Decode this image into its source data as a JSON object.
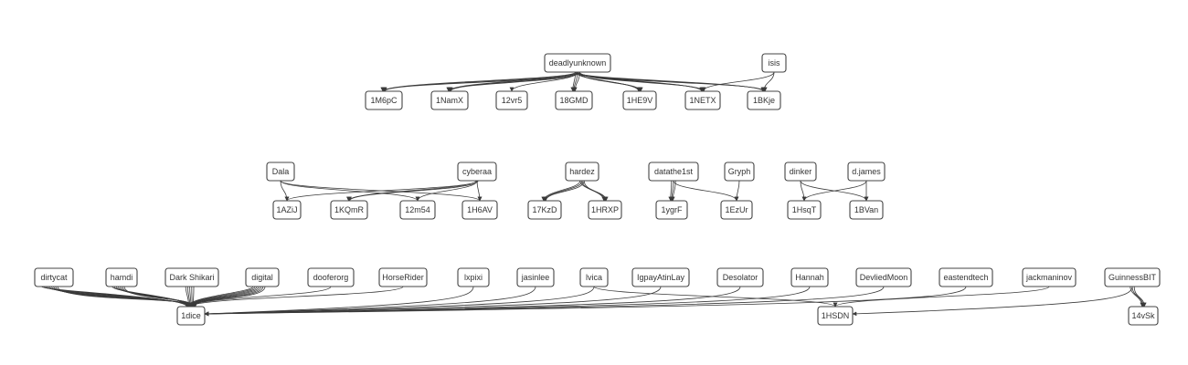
{
  "graph": {
    "nodes": [
      {
        "id": "deadlyunknown",
        "label": "deadlyunknown"
      },
      {
        "id": "isis",
        "label": "isis"
      },
      {
        "id": "1M6pC",
        "label": "1M6pC"
      },
      {
        "id": "1NamX",
        "label": "1NamX"
      },
      {
        "id": "12vr5",
        "label": "12vr5"
      },
      {
        "id": "18GMD",
        "label": "18GMD"
      },
      {
        "id": "1HE9V",
        "label": "1HE9V"
      },
      {
        "id": "1NETX",
        "label": "1NETX"
      },
      {
        "id": "1BKje",
        "label": "1BKje"
      },
      {
        "id": "Dala",
        "label": "Dala"
      },
      {
        "id": "cyberaa",
        "label": "cyberaa"
      },
      {
        "id": "1AZiJ",
        "label": "1AZiJ"
      },
      {
        "id": "1KQmR",
        "label": "1KQmR"
      },
      {
        "id": "12m54",
        "label": "12m54"
      },
      {
        "id": "1H6AV",
        "label": "1H6AV"
      },
      {
        "id": "hardez",
        "label": "hardez"
      },
      {
        "id": "17KzD",
        "label": "17KzD"
      },
      {
        "id": "1HRXP",
        "label": "1HRXP"
      },
      {
        "id": "datathe1st",
        "label": "datathe1st"
      },
      {
        "id": "Gryph",
        "label": "Gryph"
      },
      {
        "id": "1ygrF",
        "label": "1ygrF"
      },
      {
        "id": "1EzUr",
        "label": "1EzUr"
      },
      {
        "id": "dinker",
        "label": "dinker"
      },
      {
        "id": "djames",
        "label": "d.james"
      },
      {
        "id": "1HsqT",
        "label": "1HsqT"
      },
      {
        "id": "1BVan",
        "label": "1BVan"
      },
      {
        "id": "dirtycat",
        "label": "dirtycat"
      },
      {
        "id": "hamdi",
        "label": "hamdi"
      },
      {
        "id": "DarkShikari",
        "label": "Dark Shikari"
      },
      {
        "id": "digital",
        "label": "digital"
      },
      {
        "id": "dooferorg",
        "label": "dooferorg"
      },
      {
        "id": "HorseRider",
        "label": "HorseRider"
      },
      {
        "id": "lxpixi",
        "label": "lxpixi"
      },
      {
        "id": "jasinlee",
        "label": "jasinlee"
      },
      {
        "id": "lvica",
        "label": "lvica"
      },
      {
        "id": "IgpayAtinLay",
        "label": "IgpayAtinLay"
      },
      {
        "id": "Desolator",
        "label": "Desolator"
      },
      {
        "id": "Hannah",
        "label": "Hannah"
      },
      {
        "id": "DevliedMoon",
        "label": "DevliedMoon"
      },
      {
        "id": "eastendtech",
        "label": "eastendtech"
      },
      {
        "id": "jackmaninov",
        "label": "jackmaninov"
      },
      {
        "id": "GuinnessBIT",
        "label": "GuinnessBIT"
      },
      {
        "id": "1dice",
        "label": "1dice"
      },
      {
        "id": "1HSDN",
        "label": "1HSDN"
      },
      {
        "id": "14vSk",
        "label": "14vSk"
      }
    ],
    "edges": [
      {
        "from": "deadlyunknown",
        "to": "1M6pC",
        "count": 3
      },
      {
        "from": "deadlyunknown",
        "to": "1NamX",
        "count": 3
      },
      {
        "from": "deadlyunknown",
        "to": "12vr5",
        "count": 1
      },
      {
        "from": "deadlyunknown",
        "to": "18GMD",
        "count": 3
      },
      {
        "from": "deadlyunknown",
        "to": "1HE9V",
        "count": 3
      },
      {
        "from": "deadlyunknown",
        "to": "1NETX",
        "count": 3
      },
      {
        "from": "deadlyunknown",
        "to": "1BKje",
        "count": 3
      },
      {
        "from": "isis",
        "to": "1NETX",
        "count": 1
      },
      {
        "from": "isis",
        "to": "1BKje",
        "count": 1
      },
      {
        "from": "Dala",
        "to": "1AZiJ",
        "count": 1
      },
      {
        "from": "Dala",
        "to": "12m54",
        "count": 1
      },
      {
        "from": "Dala",
        "to": "1H6AV",
        "count": 1
      },
      {
        "from": "cyberaa",
        "to": "1AZiJ",
        "count": 1
      },
      {
        "from": "cyberaa",
        "to": "1KQmR",
        "count": 2
      },
      {
        "from": "cyberaa",
        "to": "12m54",
        "count": 1
      },
      {
        "from": "cyberaa",
        "to": "1H6AV",
        "count": 1
      },
      {
        "from": "hardez",
        "to": "17KzD",
        "count": 3
      },
      {
        "from": "hardez",
        "to": "1HRXP",
        "count": 3
      },
      {
        "from": "datathe1st",
        "to": "1ygrF",
        "count": 3
      },
      {
        "from": "datathe1st",
        "to": "1EzUr",
        "count": 1
      },
      {
        "from": "Gryph",
        "to": "1EzUr",
        "count": 1
      },
      {
        "from": "dinker",
        "to": "1HsqT",
        "count": 1
      },
      {
        "from": "dinker",
        "to": "1BVan",
        "count": 1
      },
      {
        "from": "djames",
        "to": "1HsqT",
        "count": 1
      },
      {
        "from": "djames",
        "to": "1BVan",
        "count": 1
      },
      {
        "from": "dirtycat",
        "to": "1dice",
        "count": 9
      },
      {
        "from": "hamdi",
        "to": "1dice",
        "count": 7
      },
      {
        "from": "DarkShikari",
        "to": "1dice",
        "count": 5
      },
      {
        "from": "digital",
        "to": "1dice",
        "count": 7
      },
      {
        "from": "dooferorg",
        "to": "1dice",
        "count": 1
      },
      {
        "from": "HorseRider",
        "to": "1dice",
        "count": 1
      },
      {
        "from": "lxpixi",
        "to": "1dice",
        "count": 1
      },
      {
        "from": "jasinlee",
        "to": "1dice",
        "count": 1
      },
      {
        "from": "lvica",
        "to": "1dice",
        "count": 1
      },
      {
        "from": "lvica",
        "to": "1HSDN",
        "count": 1
      },
      {
        "from": "IgpayAtinLay",
        "to": "1dice",
        "count": 1
      },
      {
        "from": "Desolator",
        "to": "1dice",
        "count": 1
      },
      {
        "from": "Hannah",
        "to": "1dice",
        "count": 1
      },
      {
        "from": "DevliedMoon",
        "to": "1dice",
        "count": 1
      },
      {
        "from": "eastendtech",
        "to": "1dice",
        "count": 1
      },
      {
        "from": "jackmaninov",
        "to": "1HSDN",
        "count": 1
      },
      {
        "from": "GuinnessBIT",
        "to": "1HSDN",
        "count": 1
      },
      {
        "from": "GuinnessBIT",
        "to": "14vSk",
        "count": 3
      }
    ]
  }
}
